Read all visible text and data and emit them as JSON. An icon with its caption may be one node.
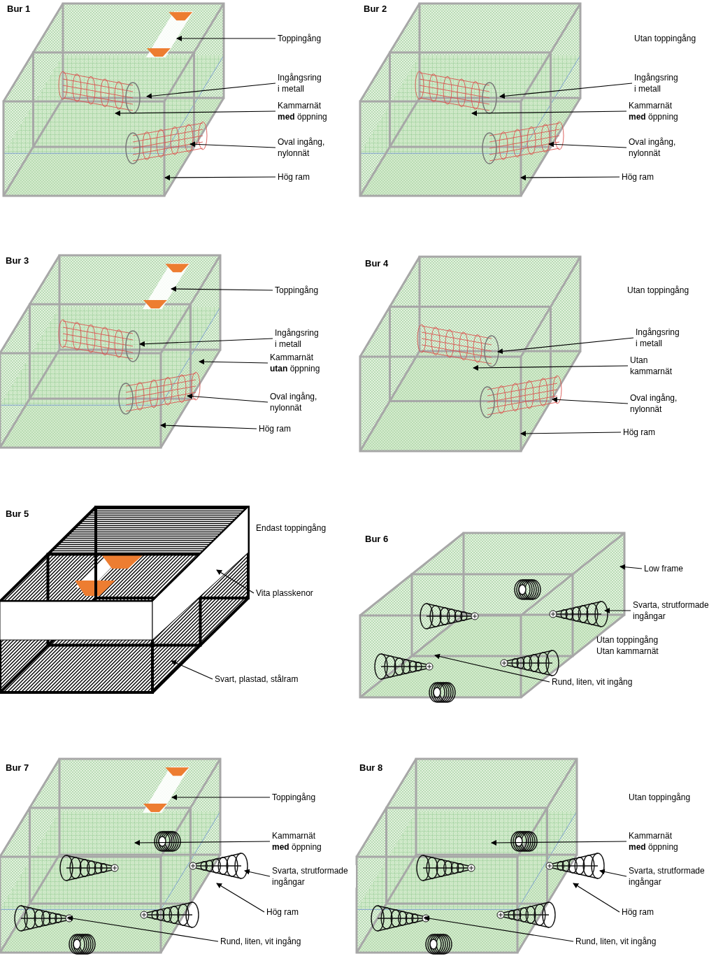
{
  "diagram": {
    "nodes": [
      {
        "text": [
          "Toppingång"
        ]
      },
      {
        "text": [
          "Ingångsring i metall"
        ]
      },
      {
        "text": [
          "Kammarnät **med** öppning"
        ]
      },
      {
        "text": [
          "Oval ingång, nylonnät"
        ]
      },
      {
        "text": [
          "Hög ram"
        ]
      },
      {
        "text": [
          "Ingångsring i metall"
        ]
      },
      {
        "text": [
          "Kammarnät **med** öppning"
        ]
      },
      {
        "text": [
          "Oval ingång, nylonnät"
        ]
      },
      {
        "text": [
          "Hög ram"
        ]
      },
      {
        "text": [
          "Toppingång"
        ]
      },
      {
        "text": [
          "Ingångsring i metall"
        ]
      },
      {
        "text": [
          "Kammarnät **utan** öppning"
        ]
      },
      {
        "text": [
          "Oval ingång, nylonnät"
        ]
      },
      {
        "text": [
          "Hög ram"
        ]
      },
      {
        "text": [
          "Ingångsring i metall"
        ]
      },
      {
        "text": [
          "Utan kammarnät"
        ]
      },
      {
        "text": [
          "Oval ingång, nylonnät"
        ]
      },
      {
        "text": [
          "Hög ram"
        ]
      },
      {
        "text": [
          "Vita plasskenor"
        ]
      },
      {
        "text": [
          "Svart, plastad, stålram"
        ]
      },
      {
        "text": [
          "Low frame"
        ]
      },
      {
        "text": [
          "Svarta, strutformade ingångar"
        ]
      },
      {
        "text": [
          "Rund, liten, vit ingång"
        ]
      },
      {
        "text": [
          "Toppingång"
        ]
      },
      {
        "text": [
          "Kammarnät **med** öppning"
        ]
      },
      {
        "text": [
          "Svarta, strutformade ingångar"
        ]
      },
      {
        "text": [
          "Hög ram"
        ]
      },
      {
        "text": [
          "Rund, liten, vit ingång"
        ]
      },
      {
        "text": [
          "Kammarnät **med** öppning"
        ]
      },
      {
        "text": [
          "Svarta, strutformade ingångar"
        ]
      },
      {
        "text": [
          "Hög ram"
        ]
      },
      {
        "text": [
          "Rund, liten, vit ingång"
        ]
      },
      {
        "text": [],
        "shape": "picture"
      },
      {
        "text": [],
        "shape": "picture"
      },
      {
        "text": [],
        "shape": "picture"
      },
      {
        "text": [],
        "shape": "picture"
      },
      {
        "text": [],
        "shape": "picture"
      },
      {
        "text": [],
        "shape": "picture"
      },
      {
        "text": [],
        "shape": "picture"
      },
      {
        "text": [],
        "shape": "picture"
      }
    ],
    "edges": [
      {
        "from": 0,
        "to": 32,
        "arrow": "to"
      },
      {
        "from": 1,
        "to": 32,
        "arrow": "to"
      },
      {
        "from": 2,
        "to": 32,
        "arrow": "to"
      },
      {
        "from": 3,
        "to": 32,
        "arrow": "to"
      },
      {
        "from": 4,
        "to": 32,
        "arrow": "to"
      },
      {
        "from": 5,
        "to": 33,
        "arrow": "to"
      },
      {
        "from": 6,
        "to": 33,
        "arrow": "to"
      },
      {
        "from": 7,
        "to": 33,
        "arrow": "to"
      },
      {
        "from": 8,
        "to": 33,
        "arrow": "to"
      },
      {
        "from": 9,
        "to": 34,
        "arrow": "to"
      },
      {
        "from": 10,
        "to": 34,
        "arrow": "to"
      },
      {
        "from": 11,
        "to": 34,
        "arrow": "to"
      },
      {
        "from": 12,
        "to": 34,
        "arrow": "to"
      },
      {
        "from": 13,
        "to": 34,
        "arrow": "to"
      },
      {
        "from": 14,
        "to": 35,
        "arrow": "to"
      },
      {
        "from": 15,
        "to": 35,
        "arrow": "to"
      },
      {
        "from": 16,
        "to": 35,
        "arrow": "to"
      },
      {
        "from": 17,
        "to": 35,
        "arrow": "to"
      },
      {
        "from": 18,
        "to": 36,
        "arrow": "to"
      },
      {
        "from": 19,
        "to": 36,
        "arrow": "to"
      },
      {
        "from": 20,
        "to": 37,
        "arrow": "to"
      },
      {
        "from": 21,
        "to": 37,
        "arrow": "to"
      },
      {
        "from": 22,
        "to": 37,
        "arrow": "to"
      },
      {
        "from": 23,
        "to": 38,
        "arrow": "to"
      },
      {
        "from": 24,
        "to": 38,
        "arrow": "to"
      },
      {
        "from": 25,
        "to": 38,
        "arrow": "to"
      },
      {
        "from": 26,
        "to": 38,
        "arrow": "to"
      },
      {
        "from": 27,
        "to": 38,
        "arrow": "to"
      },
      {
        "from": 28,
        "to": 39,
        "arrow": "to"
      },
      {
        "from": 29,
        "to": 39,
        "arrow": "to"
      },
      {
        "from": 30,
        "to": 39,
        "arrow": "to"
      },
      {
        "from": 31,
        "to": 39,
        "arrow": "to"
      }
    ],
    "labels": [
      "Bur 1",
      "Bur 2",
      "Utan toppingång",
      "Bur 3",
      "Bur 4",
      "Utan toppingång",
      "Bur 5",
      "Endast toppingång",
      "Bur 6",
      "Utan toppingång",
      "Utan kammarnät",
      "Bur 7",
      "Bur 8",
      "Utan toppingång"
    ]
  }
}
